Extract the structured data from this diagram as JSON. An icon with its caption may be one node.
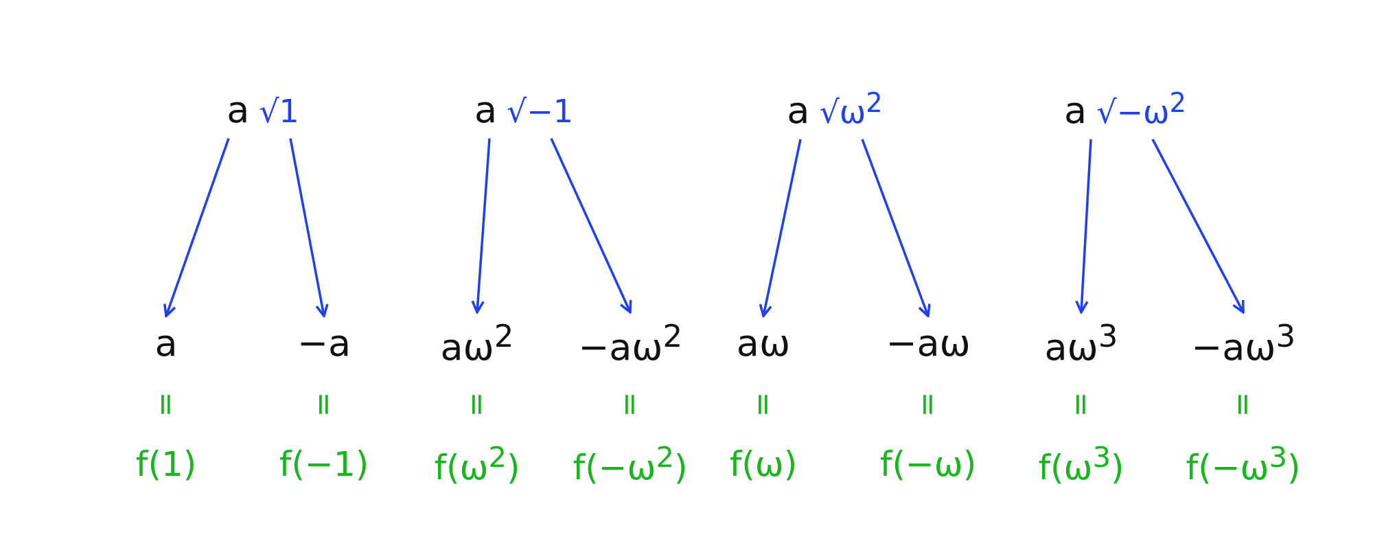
{
  "diagram": {
    "nodes": [
      {
        "text": [
          "a",
          "√1"
        ]
      },
      {
        "text": [
          "a",
          "√−1"
        ]
      },
      {
        "text": [
          "a",
          "√ω$^{2}$"
        ]
      },
      {
        "text": [
          "a",
          "√−ω$^{2}$"
        ]
      },
      {
        "text": [
          "a"
        ]
      },
      {
        "text": [
          "−a"
        ]
      },
      {
        "text": [
          "aω$^{2}$"
        ]
      },
      {
        "text": [
          "−aω$^{2}$"
        ]
      },
      {
        "text": [
          "aω"
        ]
      },
      {
        "text": [
          "−aω"
        ]
      },
      {
        "text": [
          "aω$^{3}$"
        ]
      },
      {
        "text": [
          "−aω$^{3}$"
        ]
      }
    ],
    "edges": [
      {
        "from": 0,
        "to": 4,
        "arrow": "to"
      },
      {
        "from": 0,
        "to": 5,
        "arrow": "to"
      },
      {
        "from": 1,
        "to": 6,
        "arrow": "to"
      },
      {
        "from": 1,
        "to": 7,
        "arrow": "to"
      },
      {
        "from": 2,
        "to": 8,
        "arrow": "to"
      },
      {
        "from": 2,
        "to": 9,
        "arrow": "to"
      },
      {
        "from": 3,
        "to": 10,
        "arrow": "to"
      },
      {
        "from": 3,
        "to": 11,
        "arrow": "to"
      }
    ],
    "labels": [
      "=",
      "=",
      "=",
      "=",
      "=",
      "=",
      "=",
      "=",
      "f(1)",
      "f(−1)",
      "f(ω$^{2}$)",
      "f(−ω$^{2}$)",
      "f(ω)",
      "f(−ω)",
      "f(ω$^{3}$)",
      "f(−ω$^{3}$)"
    ]
  }
}
